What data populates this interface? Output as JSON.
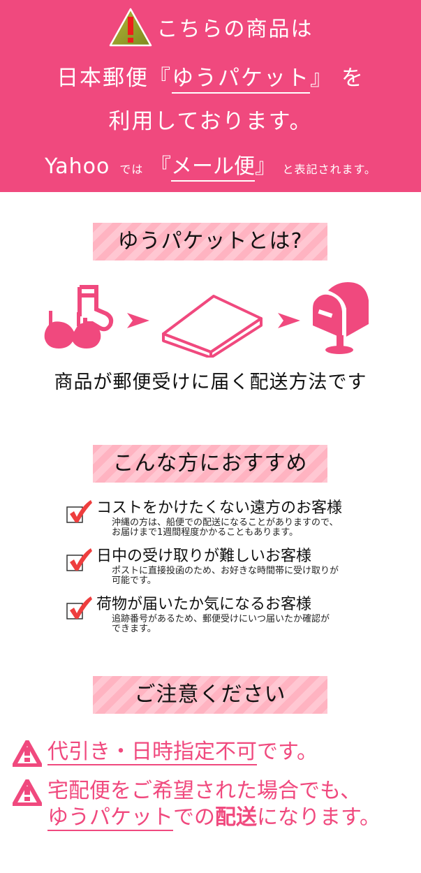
{
  "colors": {
    "brand_pink": "#f0497e",
    "ribbon_stripe_a": "#ffb3c1",
    "ribbon_stripe_b": "#ffc7d2",
    "check_red": "#ee3e3e"
  },
  "banner": {
    "icon": "warning-triangle-icon",
    "line1": "こちらの商品は",
    "line2_prefix": "日本郵便",
    "line2_open": "『",
    "line2_highlight": "ゆうパケット",
    "line2_close": "』",
    "line2_suffix": "を",
    "line3": "利用しております。",
    "line4_yahoo": "Yahoo",
    "line4_dewa": "では",
    "line4_open": "『",
    "line4_highlight": "メール便",
    "line4_close": "』",
    "line4_suffix": "と表記されます。"
  },
  "what_is": {
    "heading": "ゆうパケットとは?",
    "flow_icons": [
      "underwear-socks-icon",
      "arrow-right-icon",
      "package-icon",
      "arrow-right-icon",
      "mailbox-icon"
    ],
    "caption": "商品が郵便受けに届く配送方法です"
  },
  "recommended": {
    "heading": "こんな方におすすめ",
    "items": [
      {
        "icon": "checkbox-checked-icon",
        "title": "コストをかけたくない遠方のお客様",
        "desc": "沖縄の方は、船便での配送になることがありますので、\nお届けまで1週間程度かかることもあります。"
      },
      {
        "icon": "checkbox-checked-icon",
        "title": "日中の受け取りが難しいお客様",
        "desc": "ポストに直接投函のため、お好きな時間帯に受け取りが\n可能です。"
      },
      {
        "icon": "checkbox-checked-icon",
        "title": "荷物が届いたか気になるお客様",
        "desc": "追跡番号があるため、郵便受けにいつ届いたか確認が\nできます。"
      }
    ]
  },
  "caution": {
    "heading": "ご注意ください",
    "note1_highlight": "代引き・日時指定不可",
    "note1_suffix": "です。",
    "note2_line1": "宅配便をご希望された場合でも、",
    "note2_highlight": "ゆうパケット",
    "note2_mid": "での",
    "note2_bold": "配送",
    "note2_suffix": "になります。"
  }
}
